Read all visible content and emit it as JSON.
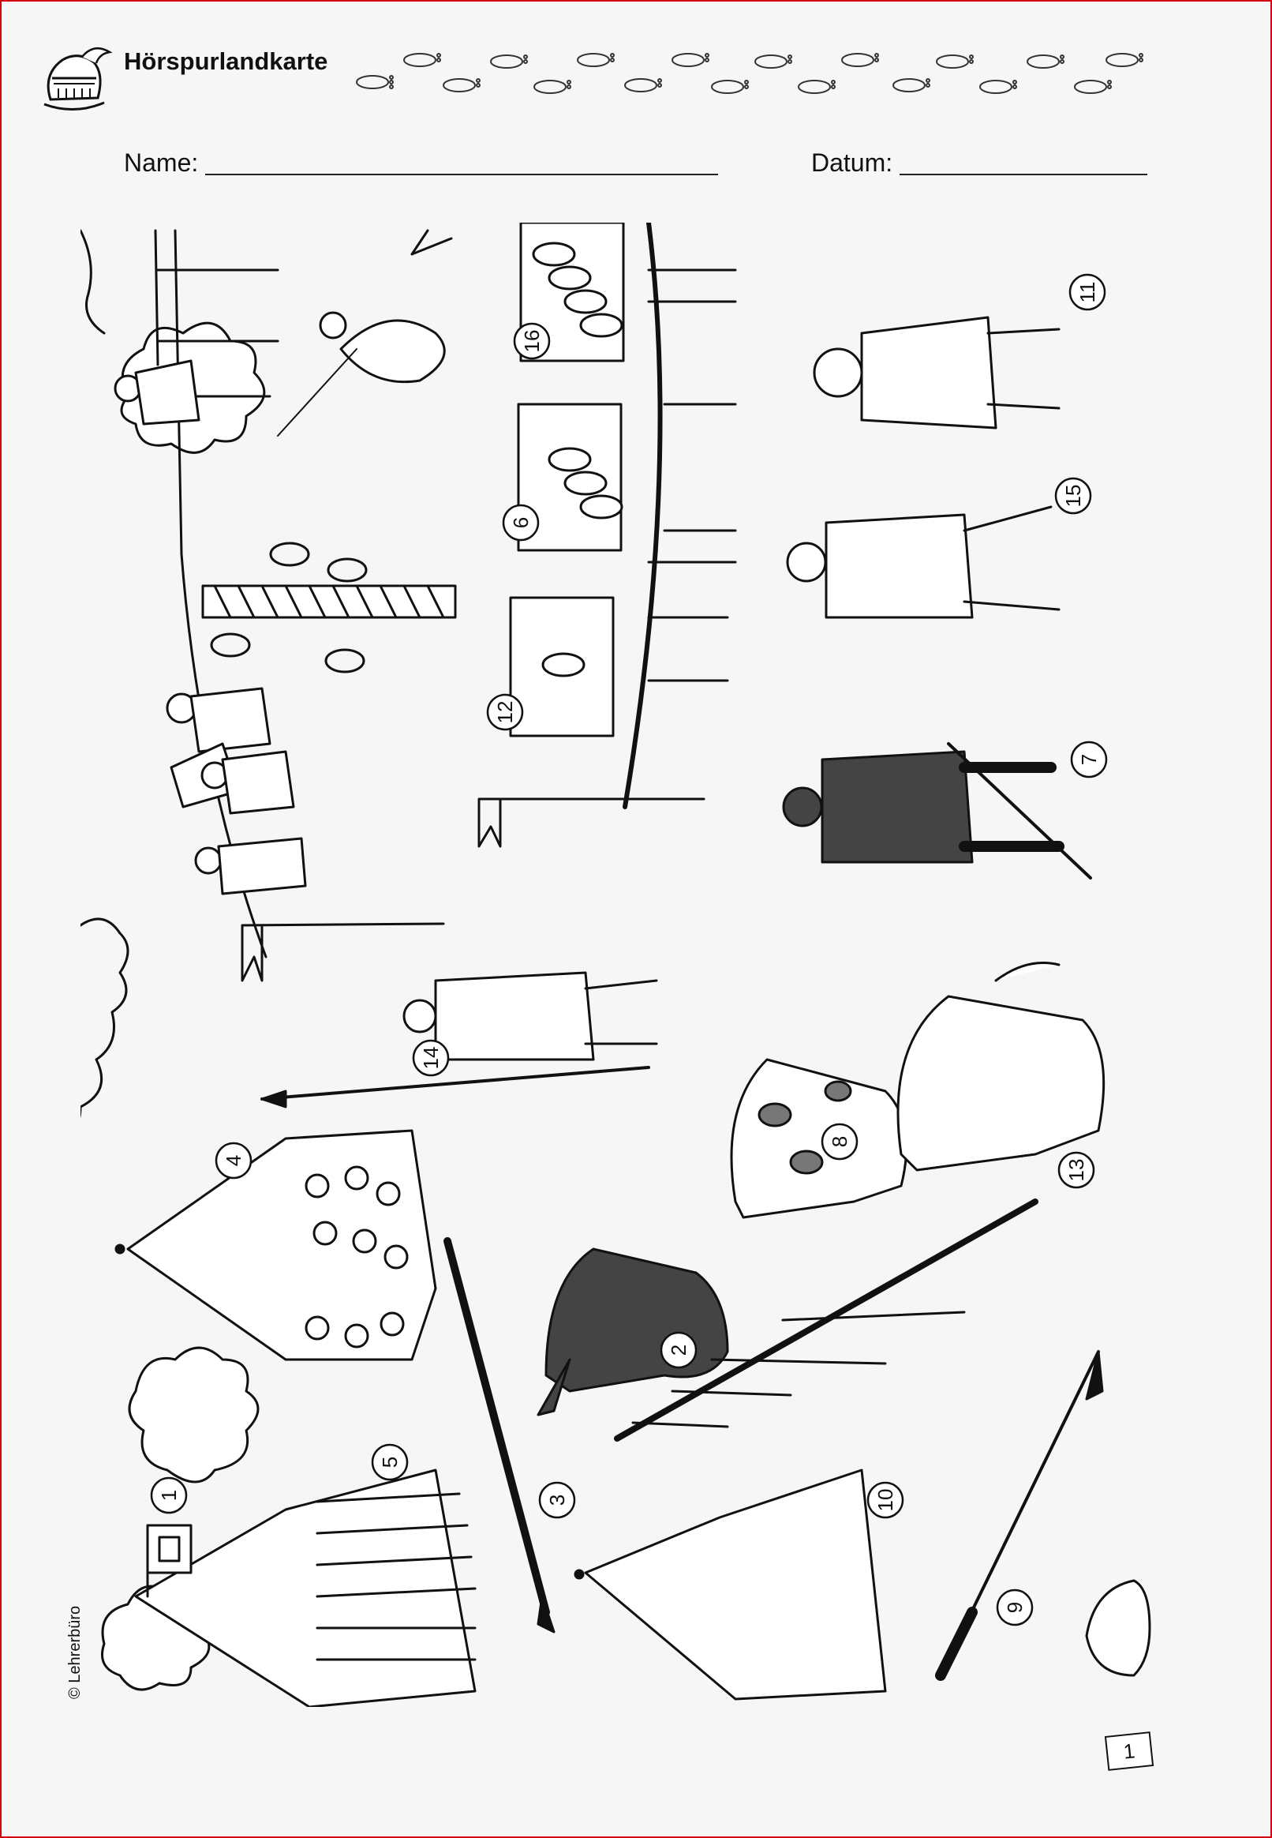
{
  "header": {
    "title": "Hörspurlandkarte"
  },
  "form": {
    "name_label": "Name:",
    "date_label": "Datum:"
  },
  "scene": {
    "items": [
      {
        "number": "1",
        "subject": "castle-flag"
      },
      {
        "number": "2",
        "subject": "dark-horse"
      },
      {
        "number": "3",
        "subject": "striped-lance"
      },
      {
        "number": "4",
        "subject": "dotted-tent"
      },
      {
        "number": "5",
        "subject": "striped-tent"
      },
      {
        "number": "6",
        "subject": "ring-board-three-rings"
      },
      {
        "number": "7",
        "subject": "dark-armored-knight"
      },
      {
        "number": "8",
        "subject": "spotted-horse"
      },
      {
        "number": "9",
        "subject": "spear"
      },
      {
        "number": "10",
        "subject": "plain-tent"
      },
      {
        "number": "11",
        "subject": "jester"
      },
      {
        "number": "12",
        "subject": "ring-board-one-ring"
      },
      {
        "number": "13",
        "subject": "white-horse"
      },
      {
        "number": "14",
        "subject": "squire-with-lance"
      },
      {
        "number": "15",
        "subject": "light-armored-knight"
      },
      {
        "number": "16",
        "subject": "ring-board-four-rings"
      }
    ]
  },
  "footer": {
    "copyright": "© Lehrerbüro",
    "page_number": "1"
  }
}
